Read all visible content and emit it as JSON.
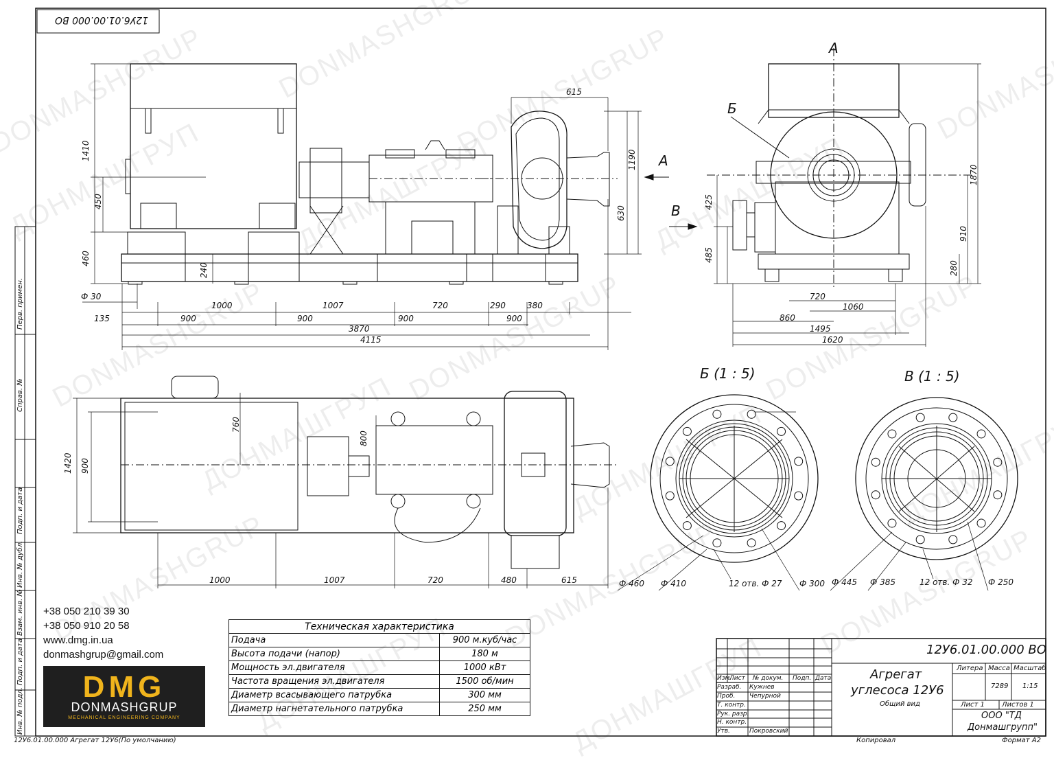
{
  "stamp_code": "12У6.01.00.000 ВО",
  "views": {
    "section_a": "А",
    "section_b": "Б",
    "section_v": "В",
    "detail_b_title": "Б (1 : 5)",
    "detail_v_title": "В (1 : 5)"
  },
  "dimensions": {
    "front": {
      "d615": "615",
      "d1410": "1410",
      "d450": "450",
      "d1190": "1190",
      "d630": "630",
      "d460": "460",
      "d240": "240",
      "d_phi30": "Ф 30",
      "d1000": "1000",
      "d1007": "1007",
      "d720": "720",
      "d290": "290",
      "d380": "380",
      "d135": "135",
      "d900a": "900",
      "d900b": "900",
      "d900c": "900",
      "d900d": "900",
      "d3870": "3870",
      "d4115": "4115"
    },
    "side": {
      "d1870": "1870",
      "d425": "425",
      "d485": "485",
      "d910": "910",
      "d280": "280",
      "d720": "720",
      "d1060": "1060",
      "d860": "860",
      "d1495": "1495",
      "d1620": "1620"
    },
    "plan": {
      "d1420": "1420",
      "d900": "900",
      "d760": "760",
      "d800": "800",
      "d1000": "1000",
      "d1007": "1007",
      "d720": "720",
      "d480": "480",
      "d615": "615"
    },
    "detail_b": {
      "phi460": "Ф 460",
      "phi410": "Ф 410",
      "holes": "12 отв. Ф 27",
      "phi300": "Ф 300"
    },
    "detail_v": {
      "phi445": "Ф 445",
      "phi385": "Ф 385",
      "holes": "12 отв. Ф 32",
      "phi250": "Ф 250"
    }
  },
  "contacts": {
    "phone1": "+38 050 210 39 30",
    "phone2": "+38 050 910 20 58",
    "site": "www.dmg.in.ua",
    "email": "donmashgrup@gmail.com"
  },
  "logo": {
    "mark": "DMG",
    "name": "DONMASHGRUP",
    "tagline": "MECHANICAL ENGINEERING COMPANY"
  },
  "watermarks": [
    "DONMASHGRUP",
    "ДОНМАШГРУП"
  ],
  "spec_table": {
    "title": "Техническая характеристика",
    "rows": [
      {
        "param": "Подача",
        "value": "900 м.куб/час"
      },
      {
        "param": "Высота подачи (напор)",
        "value": "180 м"
      },
      {
        "param": "Мощность эл.двигателя",
        "value": "1000 кВт"
      },
      {
        "param": "Частота вращения эл.двигателя",
        "value": "1500 об/мин"
      },
      {
        "param": "Диаметр всасывающего патрубка",
        "value": "300 мм"
      },
      {
        "param": "Диаметр нагнетательного патрубка",
        "value": "250 мм"
      }
    ]
  },
  "title_block": {
    "doc_code": "12У6.01.00.000 ВО",
    "title_line1": "Агрегат",
    "title_line2": "углесоса 12У6",
    "title_sub": "Общий вид",
    "col_izm": "Изм.",
    "col_list": "Лист",
    "col_doc": "№ докум.",
    "col_sign": "Подп.",
    "col_date": "Дата",
    "razrab": "Разраб.",
    "razrab_name": "Кужнев",
    "prov": "Проб.",
    "prov_name": "Чепурной",
    "tkontr": "Т. контр.",
    "ruk": "Рук. разр.",
    "nkontr": "Н. контр.",
    "utv": "Утв.",
    "utv_name": "Покровский",
    "litera": "Литера",
    "massa": "Масса",
    "masshtab": "Масштаб",
    "massa_val": "7289",
    "masshtab_val": "1:15",
    "sheet": "Лист 1",
    "sheets": "Листов 1",
    "org1": "ООО \"ТД",
    "org2": "Донмашгрупп\"",
    "kopiroval": "Копировал",
    "format": "Формат А2"
  },
  "footer": "12У6.01.00.000 Агрегат 12У6(По умолчанию)",
  "side_labels": [
    "Перв. примен.",
    "Справ. №",
    "Подп. и дата",
    "Инв. № дубл.",
    "Взам. инв. №",
    "Подп. и дата",
    "Инв. № подл."
  ]
}
